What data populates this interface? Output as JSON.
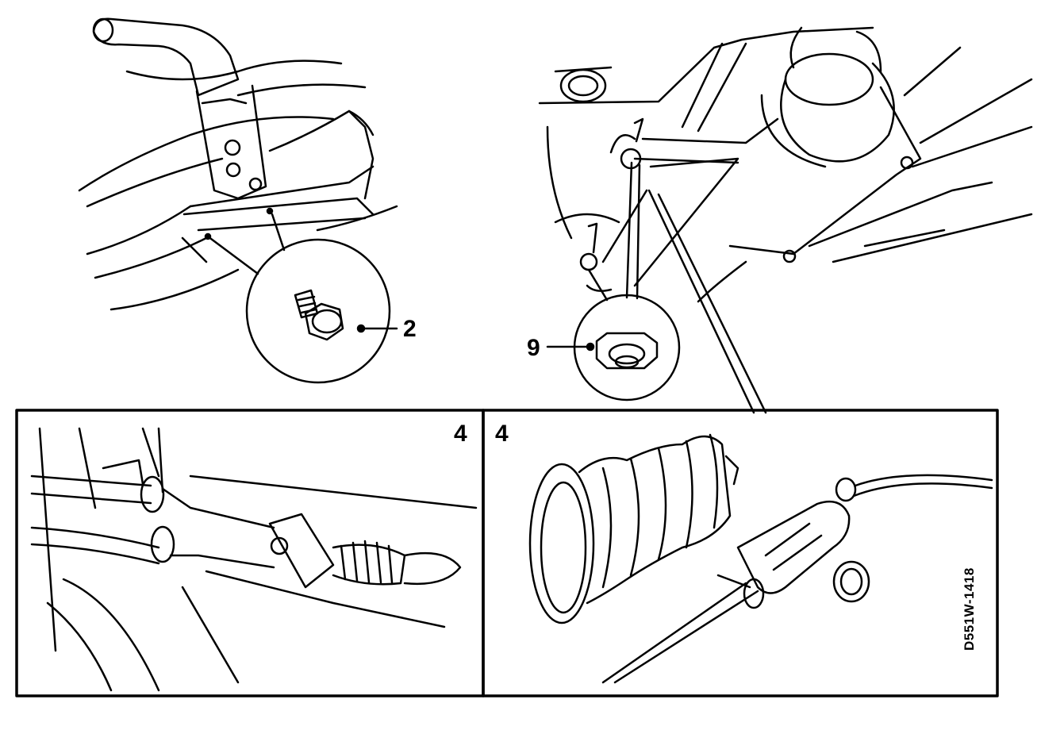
{
  "figure": {
    "callouts": {
      "bolt_2": "2",
      "nut_9": "9",
      "panel_left": "4",
      "panel_right": "4"
    },
    "reference_code": "D551W-1418"
  },
  "colors": {
    "ink": "#000000",
    "paper": "#ffffff"
  }
}
